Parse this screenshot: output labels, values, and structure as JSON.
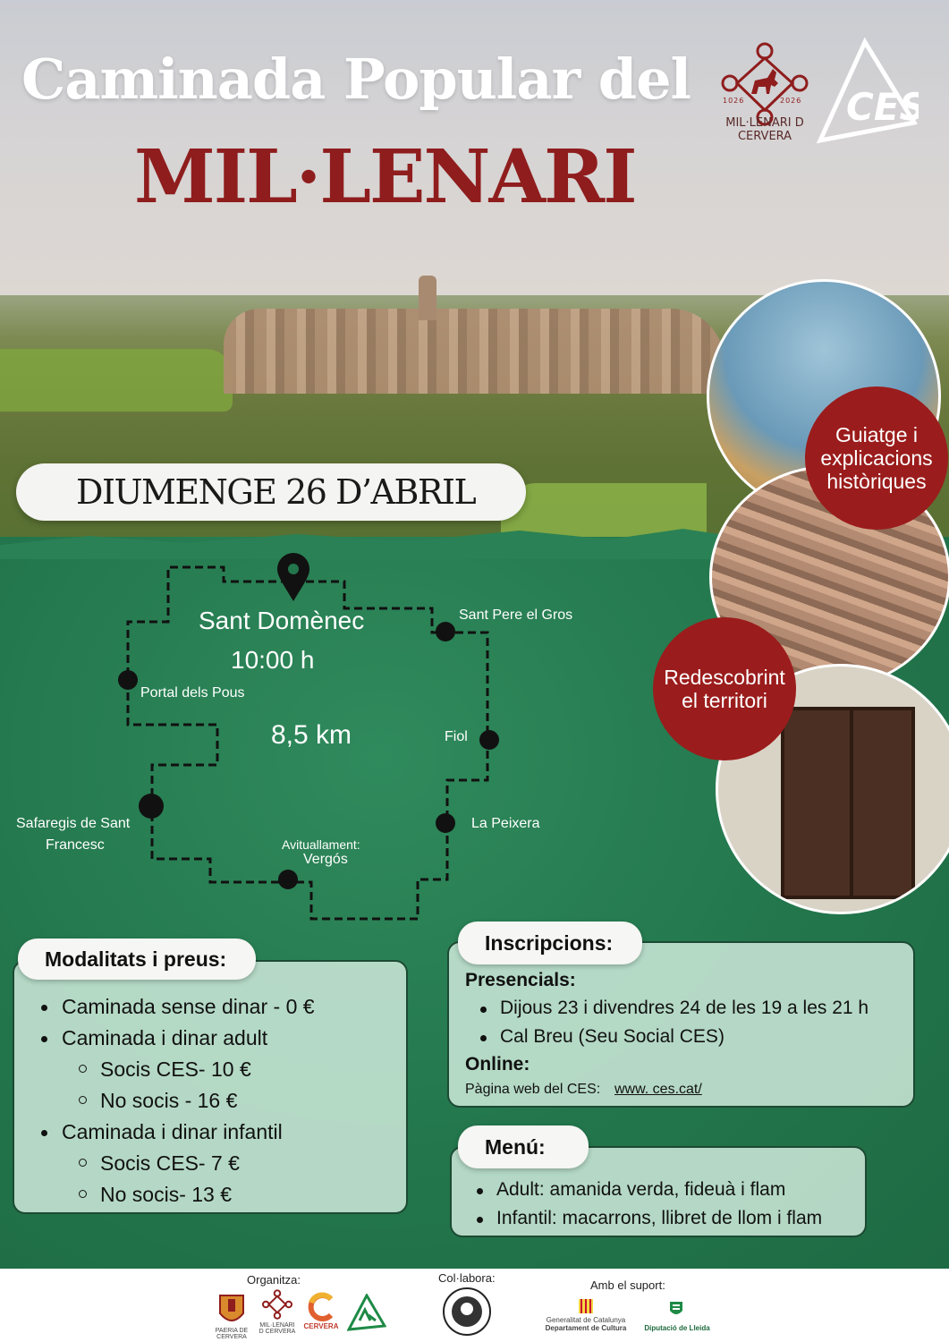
{
  "title": {
    "line1": "Caminada Popular del",
    "line2": "MIL·LENARI"
  },
  "logo_millenari": {
    "years": [
      "1026",
      "2026"
    ],
    "text": "MIL·LENARI D CERVERA"
  },
  "logo_ces": {
    "text": "CES"
  },
  "date": "DIUMENGE 26 D’ABRIL",
  "route": {
    "start": "Sant Domènec",
    "time": "10:00 h",
    "distance": "8,5 km",
    "stops": {
      "sant_pere": "Sant Pere el Gros",
      "portal": "Portal dels Pous",
      "fiol": "Fiol",
      "safaregis_1": "Safaregis de Sant",
      "safaregis_2": "Francesc",
      "peixera": "La Peixera",
      "avituallament": "Avituallament:",
      "vergos": "Vergós"
    }
  },
  "badges": {
    "guiatge": [
      "Guiatge i",
      "explicacions",
      "històriques"
    ],
    "redescobrint": [
      "Redescobrint",
      "el territori"
    ]
  },
  "modalitats": {
    "title": "Modalitats i preus:",
    "items": [
      "Caminada sense dinar - 0 €",
      "Caminada i dinar adult",
      "Socis CES- 10 €",
      "No socis - 16 €",
      "Caminada i dinar infantil",
      "Socis CES- 7 €",
      "No socis- 13 €"
    ]
  },
  "inscripcions": {
    "title": "Inscripcions:",
    "presencials": "Presencials:",
    "items": [
      "Dijous 23 i divendres 24  de les 19 a les 21 h",
      "Cal Breu (Seu Social CES)"
    ],
    "online": "Online:",
    "web_label": "Pàgina web del CES:",
    "web_link": "www. ces.cat/"
  },
  "menu": {
    "title": "Menú:",
    "items": [
      "Adult: amanida verda, fideuà i flam",
      "Infantil: macarrons, llibret de llom i flam"
    ]
  },
  "footer": {
    "organitza": "Organitza:",
    "collabora": "Col·labora:",
    "suport": "Amb el suport:",
    "paeria": "PAERIA DE CERVERA",
    "millenari": "MIL·LENARI D CERVERA",
    "cervera": "CERVERA",
    "generalitat_1": "Generalitat de Catalunya",
    "generalitat_2": "Departament de Cultura",
    "diputacio": "Diputació de Lleida"
  },
  "colors": {
    "title_red": "#8f1d1d",
    "green": "#23764c",
    "badge_red": "#9b1c1c"
  }
}
